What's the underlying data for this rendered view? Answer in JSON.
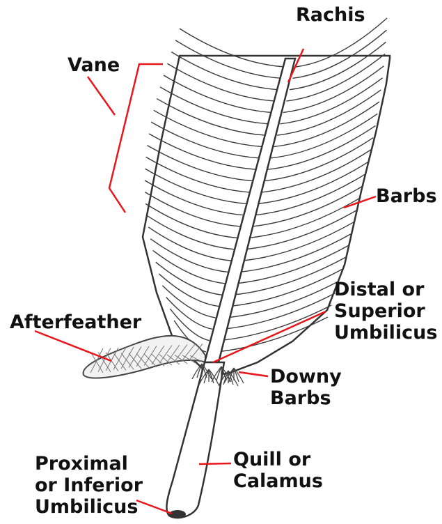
{
  "colors": {
    "outline": "#333333",
    "barb_line": "#3a3a3a",
    "leader_line": "#e8151b",
    "label_text": "#111111",
    "background": "#ffffff"
  },
  "labels": {
    "rachis": "Rachis",
    "vane": "Vane",
    "barbs": "Barbs",
    "distal_umbilicus": [
      "Distal or",
      "Superior",
      "Umbilicus"
    ],
    "afterfeather": "Afterfeather",
    "downy_barbs": [
      "Downy",
      "Barbs"
    ],
    "quill": [
      "Quill or",
      "Calamus"
    ],
    "proximal_umbilicus": [
      "Proximal",
      "or Inferior",
      "Umbilicus"
    ]
  }
}
